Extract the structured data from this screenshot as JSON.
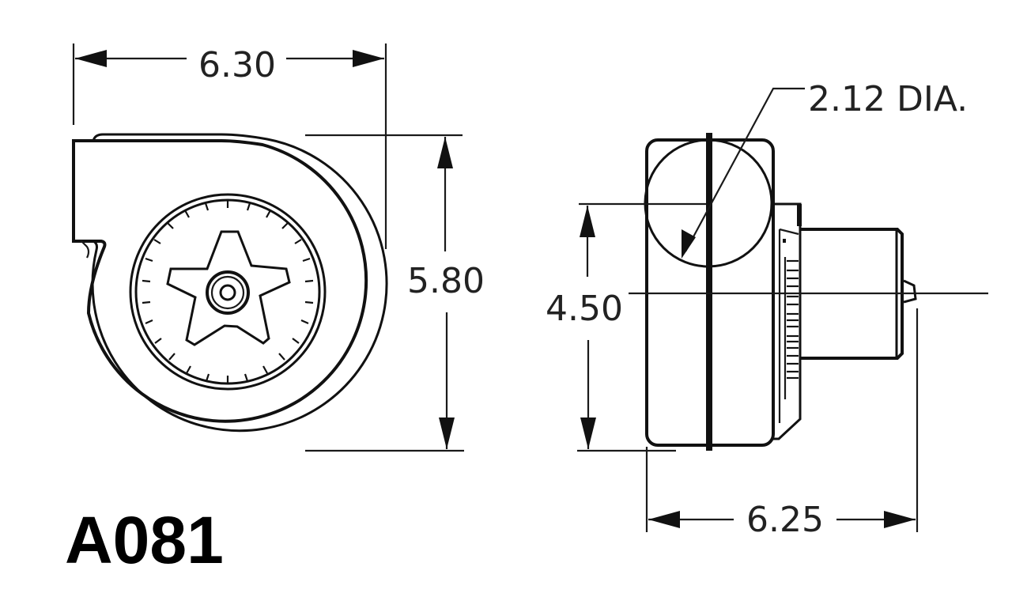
{
  "drawing": {
    "model_number": "A081",
    "front_view": {
      "width_dimension": "6.30",
      "height_dimension": "5.80"
    },
    "side_view": {
      "inlet_diameter_callout": "2.12 DIA.",
      "center_height_dimension": "4.50",
      "depth_dimension": "6.25"
    },
    "colors": {
      "line": "#111111",
      "background": "#ffffff"
    }
  }
}
